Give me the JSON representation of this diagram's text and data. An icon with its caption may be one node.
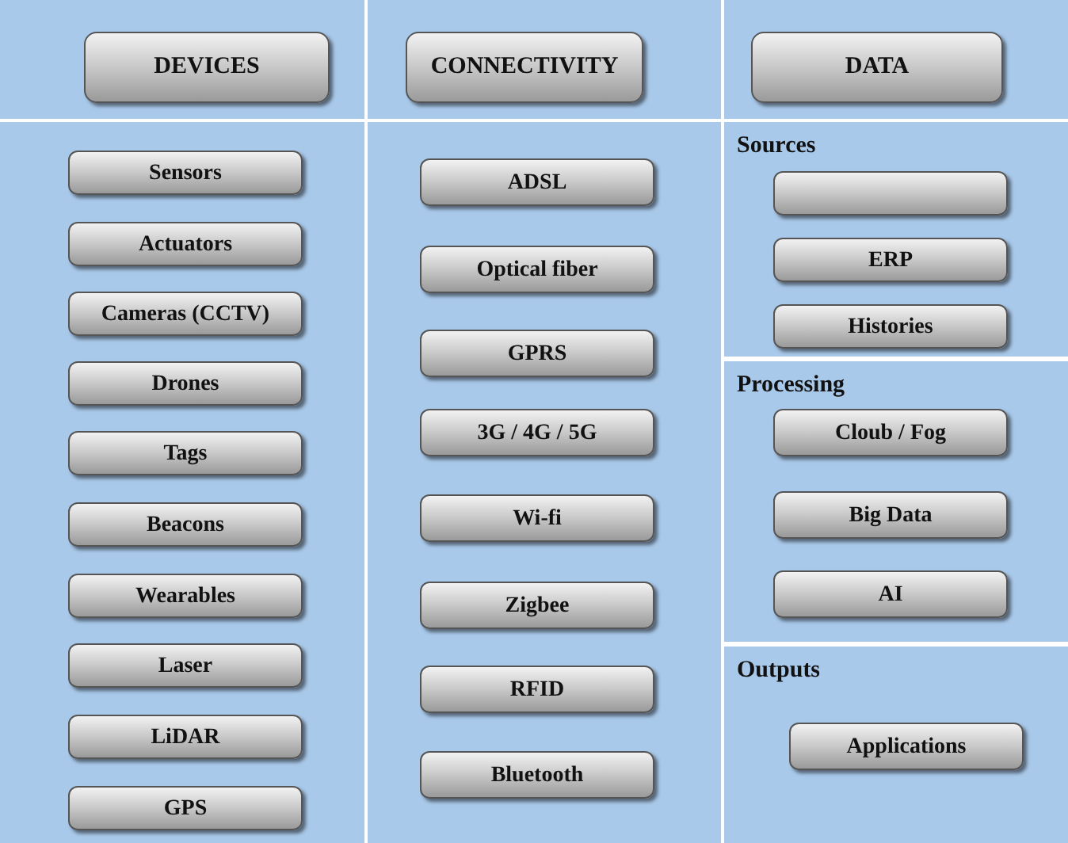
{
  "diagram": {
    "nodes": [
      {
        "text": [
          "DEVICES"
        ]
      },
      {
        "text": [
          "CONNECTIVITY"
        ]
      },
      {
        "text": [
          "DATA"
        ]
      },
      {
        "text": [],
        "shape": "box"
      },
      {
        "text": [
          "Sensors"
        ],
        "in": 3
      },
      {
        "text": [
          "Actuators"
        ],
        "in": 3
      },
      {
        "text": [
          "Cameras (CCTV)"
        ],
        "in": 3
      },
      {
        "text": [
          "Drones"
        ],
        "in": 3
      },
      {
        "text": [
          "Tags"
        ],
        "in": 3
      },
      {
        "text": [
          "Beacons"
        ],
        "in": 3
      },
      {
        "text": [
          "Wearables"
        ],
        "in": 3
      },
      {
        "text": [
          "Laser"
        ],
        "in": 3
      },
      {
        "text": [
          "LiDAR"
        ],
        "in": 3
      },
      {
        "text": [
          "GPS"
        ],
        "in": 3
      },
      {
        "text": [],
        "shape": "box"
      },
      {
        "text": [
          "ADSL"
        ],
        "in": 14
      },
      {
        "text": [
          "Optical fiber"
        ],
        "in": 14
      },
      {
        "text": [
          "GPRS"
        ],
        "in": 14
      },
      {
        "text": [
          "3G / 4G / 5G"
        ],
        "in": 14
      },
      {
        "text": [
          "Wi-fi"
        ],
        "in": 14
      },
      {
        "text": [
          "Zigbee"
        ],
        "in": 14
      },
      {
        "text": [
          "RFID"
        ],
        "in": 14
      },
      {
        "text": [
          "Bluetooth"
        ],
        "in": 14
      },
      {
        "text": [
          "Sources"
        ]
      },
      {
        "text": [],
        "shape": "box",
        "in": 23
      },
      {
        "text": [
          "ERP"
        ],
        "in": 23
      },
      {
        "text": [
          "Histories"
        ],
        "in": 23
      },
      {
        "text": [
          "Processing"
        ]
      },
      {
        "text": [
          "Cloub / Fog"
        ],
        "in": 27
      },
      {
        "text": [
          "Big Data"
        ],
        "in": 27
      },
      {
        "text": [
          "AI"
        ],
        "in": 27
      },
      {
        "text": [
          "Outputs"
        ]
      },
      {
        "text": [
          "Applications"
        ],
        "in": 31
      }
    ]
  }
}
